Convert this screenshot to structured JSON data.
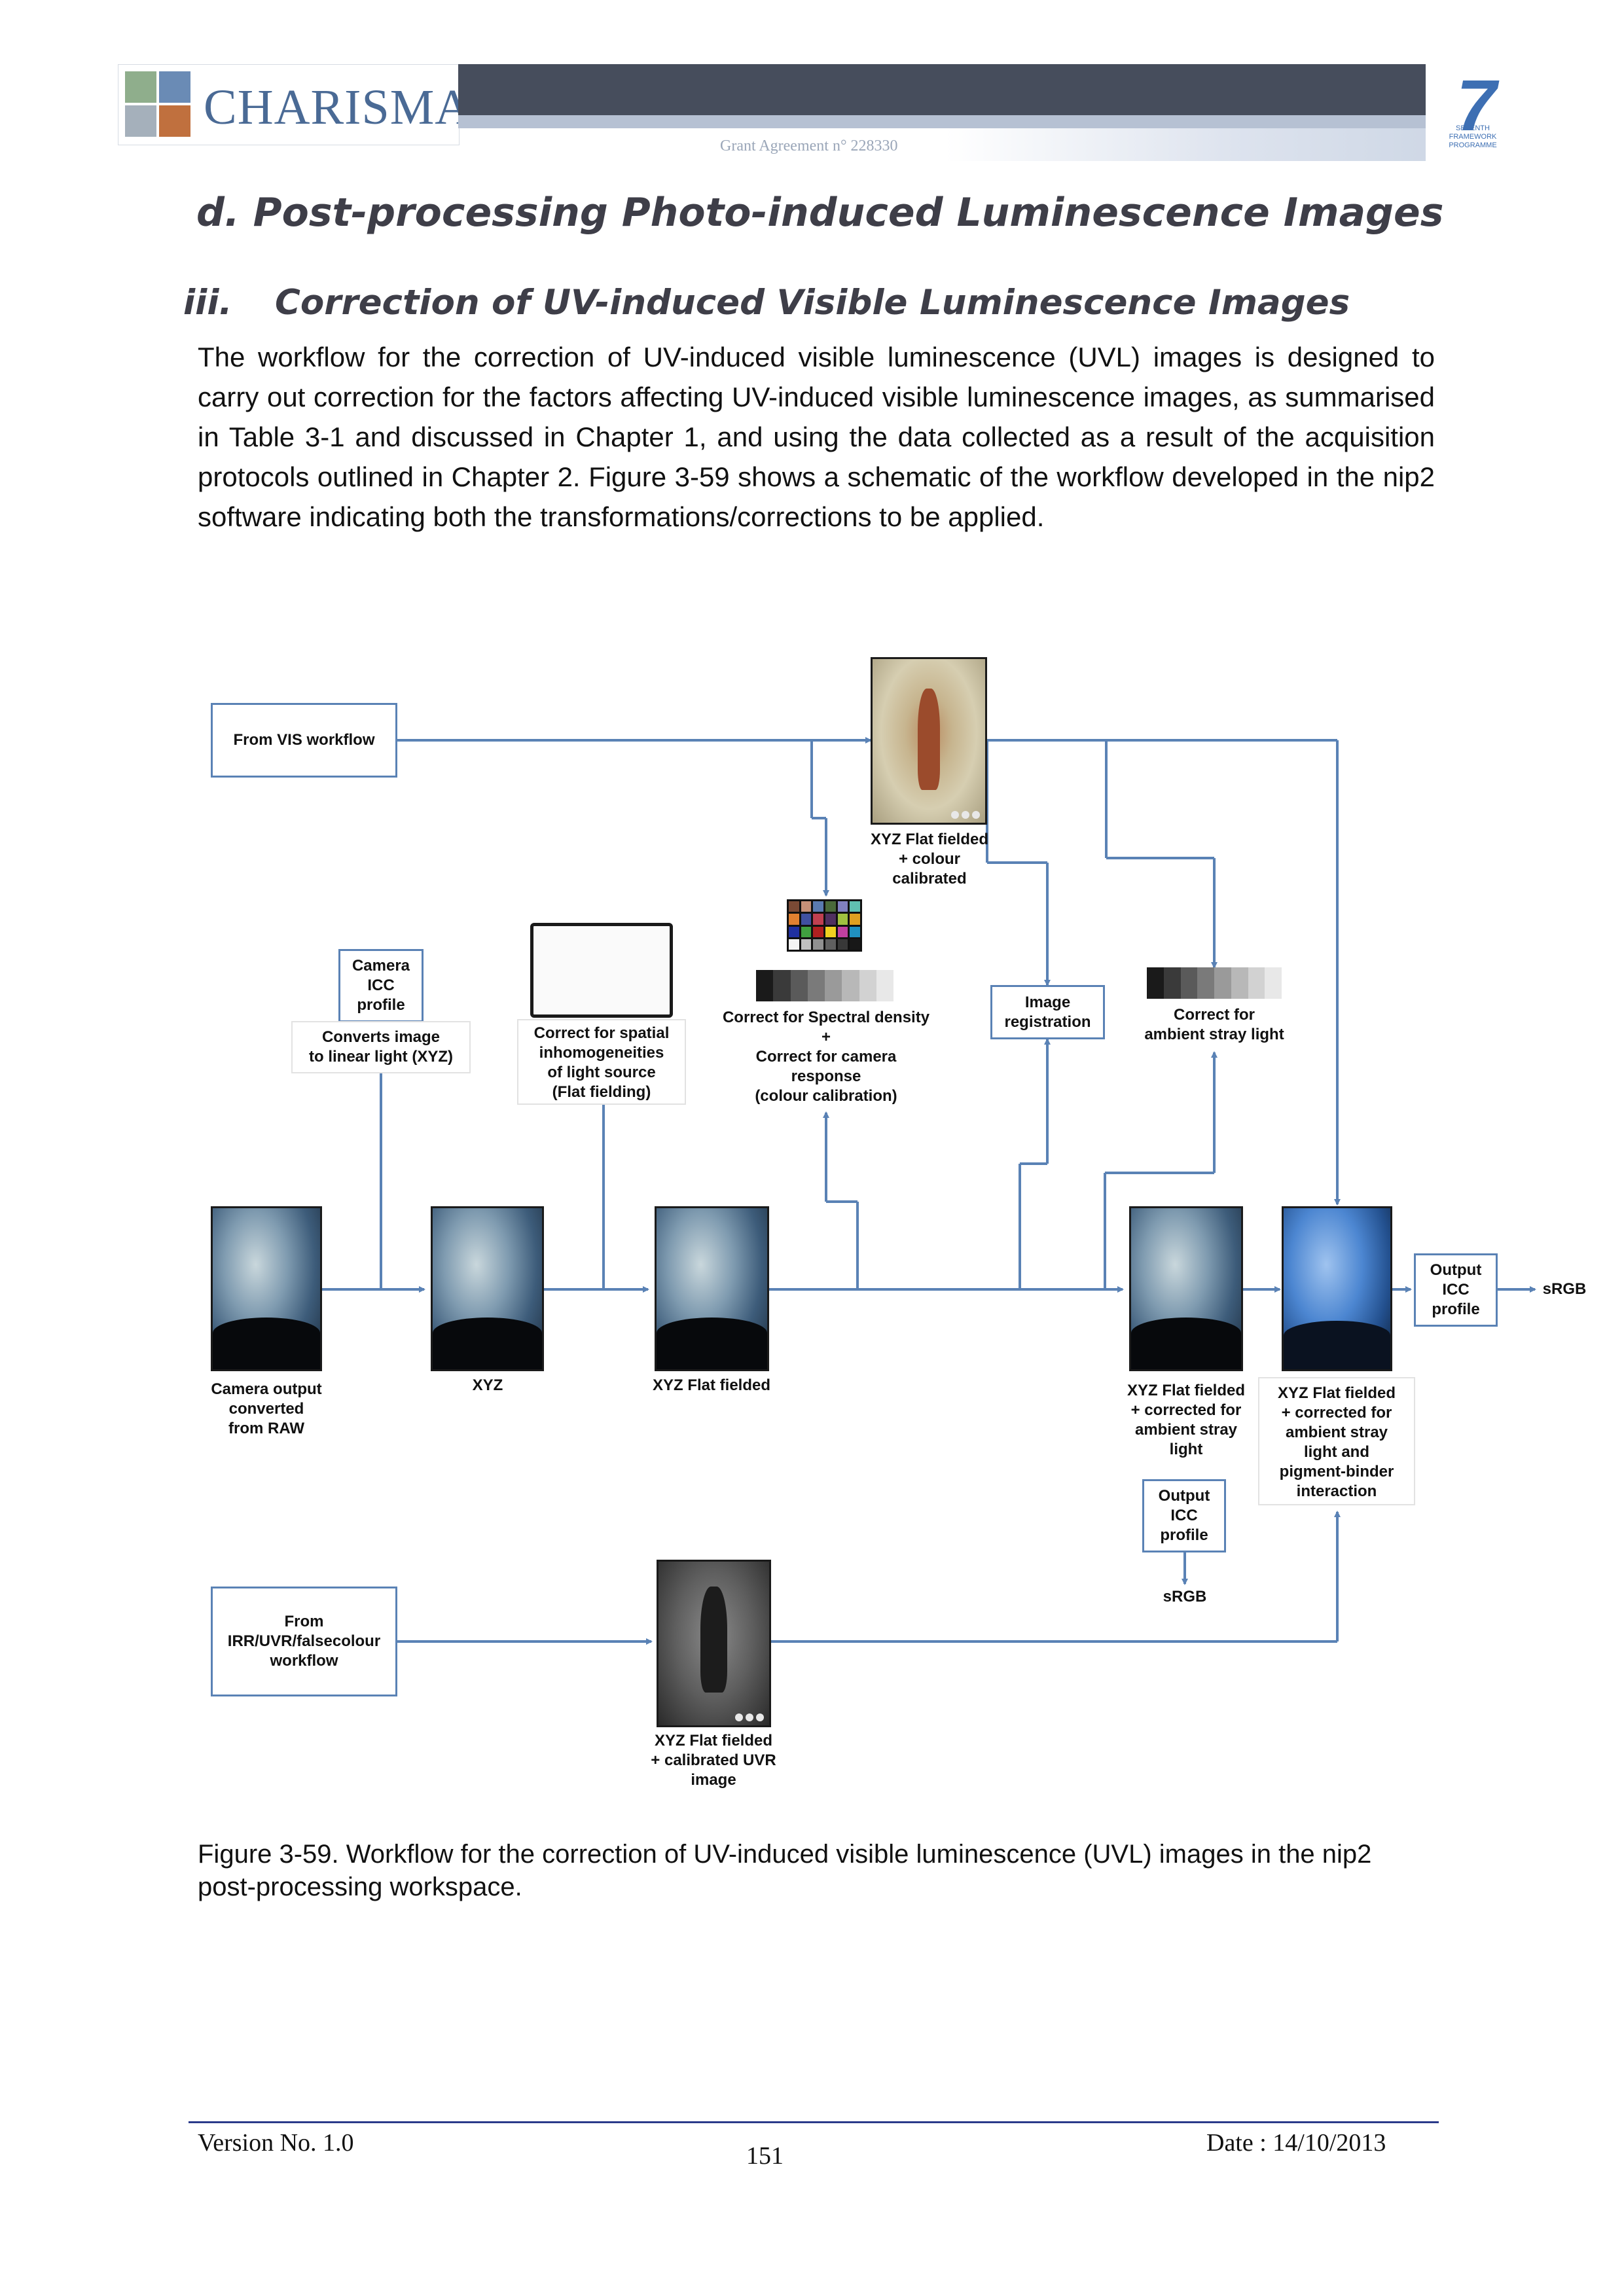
{
  "header": {
    "logo_text": "CHARISMA",
    "grant": "Grant Agreement n° 228330",
    "fp7_label": "SEVENTH FRAMEWORK PROGRAMME",
    "fp7_numeral": "7"
  },
  "title": "d. Post-processing Photo-induced Luminescence Images",
  "subsection": {
    "number": "iii.",
    "title": "Correction of UV-induced Visible Luminescence Images"
  },
  "body_text": "The workflow for the correction of UV-induced visible luminescence (UVL) images is designed to carry out correction for the factors affecting UV-induced visible luminescence images, as summarised in Table 3-1 and discussed in Chapter 1, and using the data collected as a result of the acquisition protocols outlined in Chapter 2. Figure 3-59 shows a schematic of the workflow developed in the nip2 software indicating both the transformations/corrections to be applied.",
  "diagram": {
    "from_vis": "From VIS workflow",
    "xyz_flat_colour": [
      "XYZ Flat fielded",
      "+ colour",
      "calibrated"
    ],
    "camera_icc": [
      "Camera",
      "ICC",
      "profile"
    ],
    "converts": [
      "Converts image",
      "to linear light (XYZ)"
    ],
    "flat_field_box": [
      "Correct for spatial",
      "inhomogeneities",
      "of light source",
      "(Flat fielding)"
    ],
    "spectral": [
      "Correct for Spectral density",
      "+",
      "Correct for camera",
      "response",
      "(colour calibration)"
    ],
    "registration": [
      "Image",
      "registration"
    ],
    "stray": [
      "Correct for",
      "ambient stray light"
    ],
    "camera_output": [
      "Camera output",
      "converted",
      "from RAW"
    ],
    "xyz": "XYZ",
    "xyz_flat": "XYZ Flat fielded",
    "xyz_stray": [
      "XYZ Flat fielded",
      "+ corrected for",
      "ambient stray",
      "light"
    ],
    "xyz_pigment": [
      "XYZ Flat fielded",
      "+ corrected for",
      "ambient stray",
      "light and",
      "pigment-binder",
      "interaction"
    ],
    "output_icc_right": [
      "Output",
      "ICC",
      "profile"
    ],
    "srgb_right": "sRGB",
    "output_icc_bottom": [
      "Output",
      "ICC",
      "profile"
    ],
    "srgb_bottom": "sRGB",
    "from_irr": [
      "From",
      "IRR/UVR/falsecolour",
      "workflow"
    ],
    "xyz_uvr": [
      "XYZ Flat fielded",
      "+ calibrated UVR",
      "image"
    ],
    "line_color": "#5a82b5"
  },
  "caption": "Figure 3-59. Workflow for the correction of UV-induced visible luminescence (UVL) images in the nip2 post-processing workspace.",
  "footer": {
    "version": "Version No. 1.0",
    "page": "151",
    "date": "Date : 14/10/2013"
  }
}
